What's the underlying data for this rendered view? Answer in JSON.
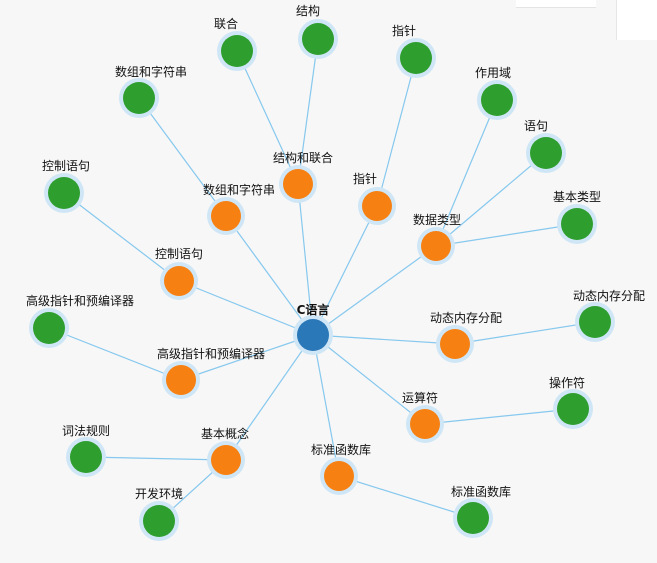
{
  "colors": {
    "root": "#2a78b8",
    "middle": "#f78012",
    "leaf": "#2e9e2e",
    "halo": "#cfe6f6",
    "link": "#86c8ee"
  },
  "nodes": [
    {
      "id": "root",
      "label": "C语言",
      "level": "root"
    },
    {
      "id": "m1",
      "label": "结构和联合",
      "level": "middle"
    },
    {
      "id": "m2",
      "label": "指针",
      "level": "middle"
    },
    {
      "id": "m3",
      "label": "数组和字符串",
      "level": "middle"
    },
    {
      "id": "m4",
      "label": "数据类型",
      "level": "middle"
    },
    {
      "id": "m5",
      "label": "控制语句",
      "level": "middle"
    },
    {
      "id": "m6",
      "label": "动态内存分配",
      "level": "middle"
    },
    {
      "id": "m7",
      "label": "高级指针和预编译器",
      "level": "middle"
    },
    {
      "id": "m8",
      "label": "运算符",
      "level": "middle"
    },
    {
      "id": "m9",
      "label": "基本概念",
      "level": "middle"
    },
    {
      "id": "m10",
      "label": "标准函数库",
      "level": "middle"
    },
    {
      "id": "l1",
      "label": "联合",
      "level": "leaf"
    },
    {
      "id": "l2",
      "label": "结构",
      "level": "leaf"
    },
    {
      "id": "l3",
      "label": "指针",
      "level": "leaf"
    },
    {
      "id": "l4",
      "label": "数组和字符串",
      "level": "leaf"
    },
    {
      "id": "l5",
      "label": "作用域",
      "level": "leaf"
    },
    {
      "id": "l6",
      "label": "语句",
      "level": "leaf"
    },
    {
      "id": "l7",
      "label": "控制语句",
      "level": "leaf"
    },
    {
      "id": "l8",
      "label": "基本类型",
      "level": "leaf"
    },
    {
      "id": "l9",
      "label": "动态内存分配",
      "level": "leaf"
    },
    {
      "id": "l10",
      "label": "高级指针和预编译器",
      "level": "leaf"
    },
    {
      "id": "l11",
      "label": "操作符",
      "level": "leaf"
    },
    {
      "id": "l12",
      "label": "词法规则",
      "level": "leaf"
    },
    {
      "id": "l13",
      "label": "开发环境",
      "level": "leaf"
    },
    {
      "id": "l14",
      "label": "标准函数库",
      "level": "leaf"
    }
  ],
  "links": [
    [
      "root",
      "m1"
    ],
    [
      "root",
      "m2"
    ],
    [
      "root",
      "m3"
    ],
    [
      "root",
      "m4"
    ],
    [
      "root",
      "m5"
    ],
    [
      "root",
      "m6"
    ],
    [
      "root",
      "m7"
    ],
    [
      "root",
      "m8"
    ],
    [
      "root",
      "m9"
    ],
    [
      "root",
      "m10"
    ],
    [
      "m1",
      "l1"
    ],
    [
      "m1",
      "l2"
    ],
    [
      "m2",
      "l3"
    ],
    [
      "m3",
      "l4"
    ],
    [
      "m4",
      "l5"
    ],
    [
      "m4",
      "l6"
    ],
    [
      "m4",
      "l8"
    ],
    [
      "m5",
      "l7"
    ],
    [
      "m6",
      "l9"
    ],
    [
      "m7",
      "l10"
    ],
    [
      "m8",
      "l11"
    ],
    [
      "m9",
      "l12"
    ],
    [
      "m9",
      "l13"
    ],
    [
      "m10",
      "l14"
    ]
  ]
}
